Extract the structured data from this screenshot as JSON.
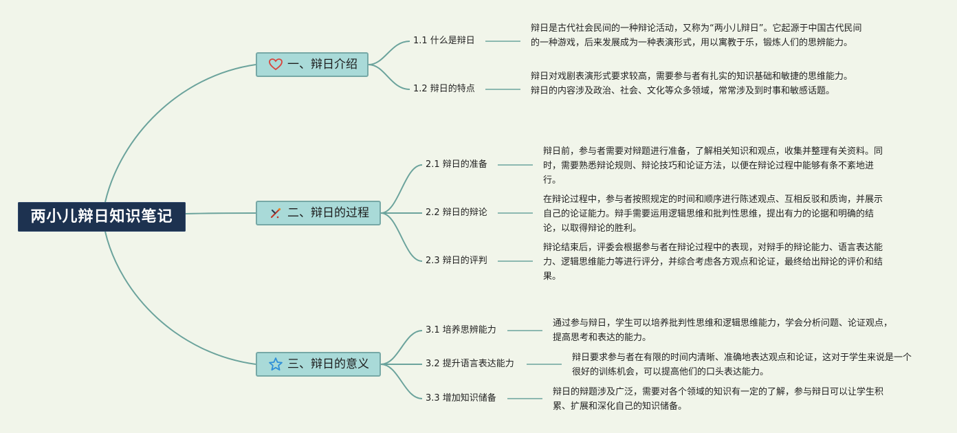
{
  "root": {
    "title": "两小儿辩日知识笔记"
  },
  "colors": {
    "line": "#6ba39c",
    "branch_bg": "#a9dad8",
    "root_bg": "#1d3250"
  },
  "sections": [
    {
      "title": "一、辩日介绍",
      "icon": "heart-icon",
      "items": [
        {
          "label": "1.1 什么是辩日",
          "text": "辩日是古代社会民间的一种辩论活动，又称为“两小儿辩日”。它起源于中国古代民间的一种游戏，后来发展成为一种表演形式，用以寓教于乐，锻炼人们的思辨能力。"
        },
        {
          "label": "1.2 辩日的特点",
          "text": "辩日对戏剧表演形式要求较高，需要参与者有扎实的知识基础和敏捷的思维能力。辩日的内容涉及政治、社会、文化等众多领域，常常涉及到时事和敏感话题。"
        }
      ]
    },
    {
      "title": "二、辩日的过程",
      "icon": "tools-icon",
      "items": [
        {
          "label": "2.1 辩日的准备",
          "text": "辩日前，参与者需要对辩题进行准备，了解相关知识和观点，收集并整理有关资料。同时，需要熟悉辩论规则、辩论技巧和论证方法，以便在辩论过程中能够有条不紊地进行。"
        },
        {
          "label": "2.2 辩日的辩论",
          "text": "在辩论过程中，参与者按照规定的时间和顺序进行陈述观点、互相反驳和质询，并展示自己的论证能力。辩手需要运用逻辑思维和批判性思维，提出有力的论据和明确的结论，以取得辩论的胜利。"
        },
        {
          "label": "2.3 辩日的评判",
          "text": "辩论结束后，评委会根据参与者在辩论过程中的表现，对辩手的辩论能力、语言表达能力、逻辑思维能力等进行评分，并综合考虑各方观点和论证，最终给出辩论的评价和结果。"
        }
      ]
    },
    {
      "title": "三、辩日的意义",
      "icon": "star-icon",
      "items": [
        {
          "label": "3.1 培养思辨能力",
          "text": "通过参与辩日，学生可以培养批判性思维和逻辑思维能力，学会分析问题、论证观点，提高思考和表达的能力。"
        },
        {
          "label": "3.2 提升语言表达能力",
          "text": "辩日要求参与者在有限的时间内清晰、准确地表达观点和论证，这对于学生来说是一个很好的训练机会，可以提高他们的口头表达能力。"
        },
        {
          "label": "3.3 增加知识储备",
          "text": "辩日的辩题涉及广泛，需要对各个领域的知识有一定的了解，参与辩日可以让学生积累、扩展和深化自己的知识储备。"
        }
      ]
    }
  ]
}
